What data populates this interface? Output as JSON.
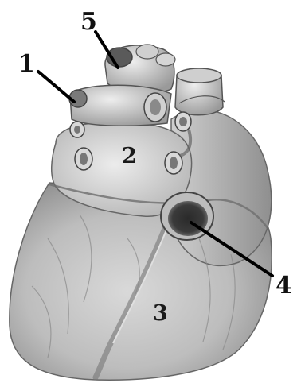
{
  "figure": {
    "description_icon": "heart-posterior-view-illustration",
    "colors": {
      "tissue_light": "#e6e6e6",
      "tissue_mid": "#c4c4c4",
      "tissue_dark": "#8a8a8a",
      "outline": "#555555",
      "leader": "#000000"
    }
  },
  "labels": {
    "l1": "1",
    "l2": "2",
    "l3": "3",
    "l4": "4",
    "l5": "5"
  }
}
